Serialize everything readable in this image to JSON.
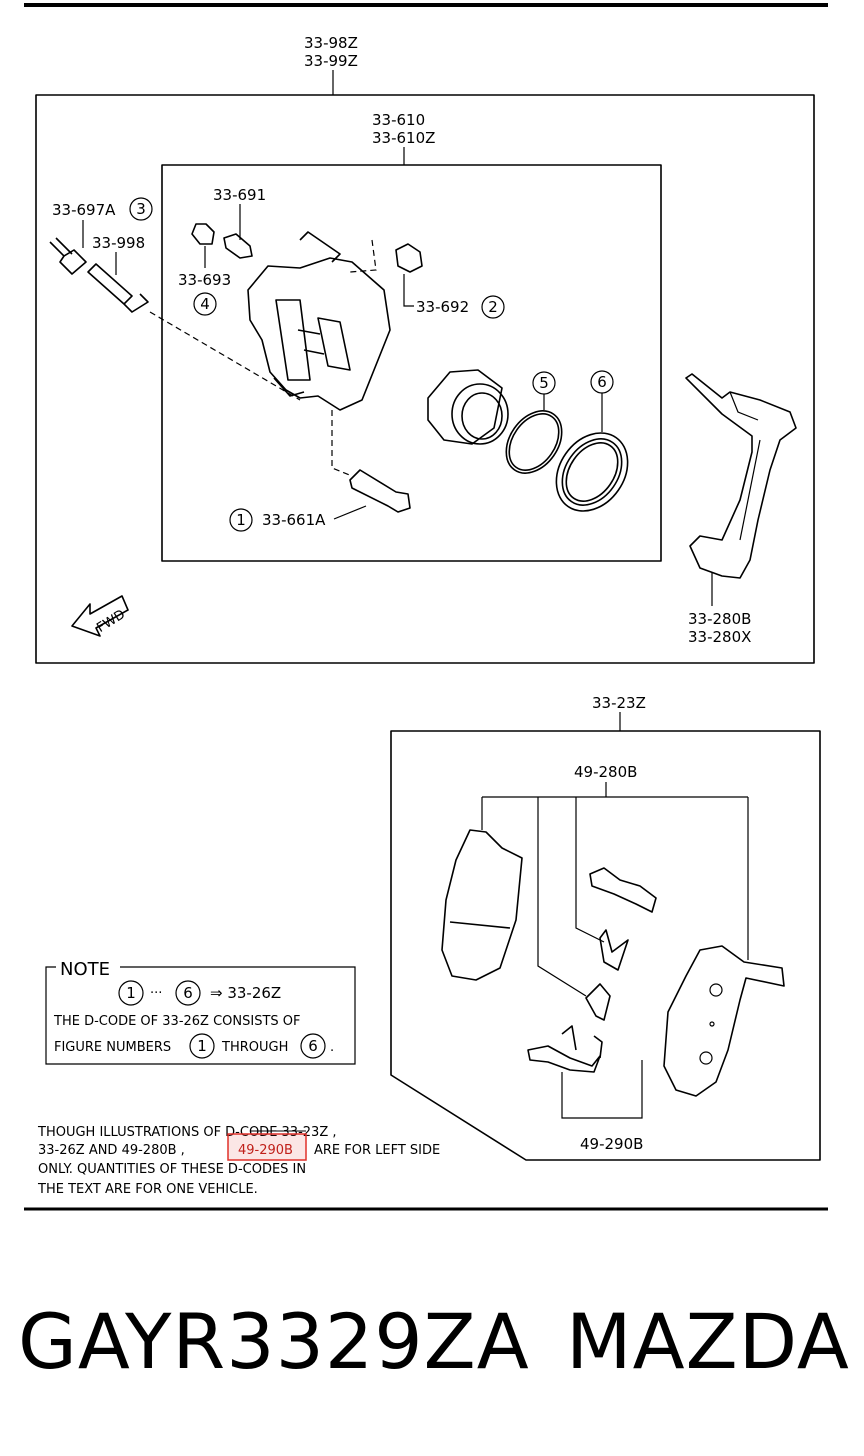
{
  "labels": {
    "top_codes": [
      "33-98Z",
      "33-99Z"
    ],
    "caliper_codes": [
      "33-610",
      "33-610Z"
    ],
    "l_697a": "33-697A",
    "l_998": "33-998",
    "l_691": "33-691",
    "l_693": "33-693",
    "l_692": "33-692",
    "l_661a": "33-661A",
    "l_280": [
      "33-280B",
      "33-280X"
    ],
    "fwd": "FWD",
    "pads_top": "33-23Z",
    "pads_280": "49-280B",
    "pads_290": "49-290B"
  },
  "callouts": {
    "c1": "1",
    "c2": "2",
    "c3": "3",
    "c4": "4",
    "c5": "5",
    "c6": "6"
  },
  "note": {
    "title": "NOTE",
    "line1_arrow": "⇒ 33-26Z",
    "line1_dots": "···",
    "line2": "THE D-CODE OF   33-26Z   CONSISTS OF",
    "line3a": "FIGURE NUMBERS",
    "line3b": "THROUGH",
    "line3c": "."
  },
  "footnote": {
    "line1": "THOUGH  ILLUSTRATIONS  OF  D-CODE   33-23Z  ,",
    "line2a": " 33-26Z    AND   49-280B ,",
    "line2b": "49-290B",
    "line2c": "ARE  FOR  LEFT  SIDE",
    "line3": "ONLY. QUANTITIES  OF  THESE  D-CODES  IN",
    "line4": "THE  TEXT  ARE  FOR  ONE  VEHICLE."
  },
  "footer": {
    "code": "GAYR3329ZA",
    "brand": "MAZDA"
  },
  "colors": {
    "highlight": "#e0302a",
    "ink": "#000000"
  }
}
